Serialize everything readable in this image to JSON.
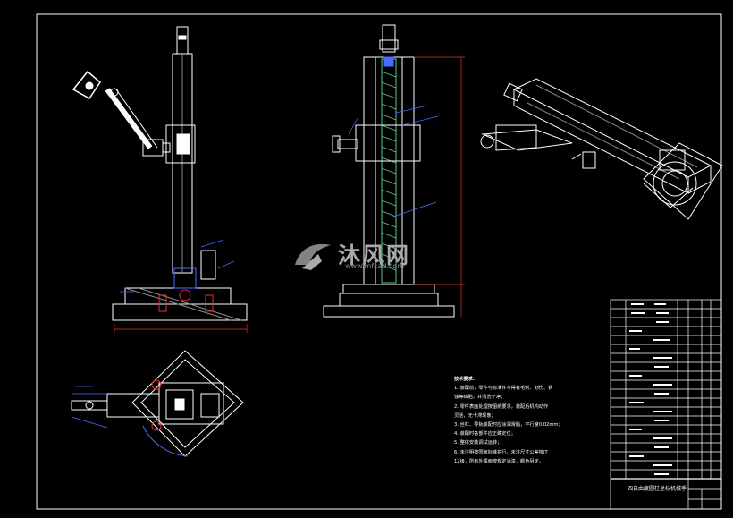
{
  "watermark": {
    "brand_cn": "沐风网",
    "url": "www.mfcad.com"
  },
  "notes": {
    "heading": "技术要求:",
    "lines": [
      "1. 装配前，零件与标准件不得有毛刺、划伤、锈",
      "   蚀等缺陷，并清洗干净；",
      "2. 零件表面处理按图纸要求，装配后机构动作",
      "   灵活，无卡滞现象；",
      "3. 丝杠、导轨装配时应涂润滑脂，平行度0.02mm；",
      "4. 装配时各部件应正确定位；",
      "5. 整体安装调试运转；",
      "6. 未注明按国家标准执行，未注尺寸公差按IT",
      "   12级，所有外露面按规定涂漆，颜色另定。"
    ]
  },
  "titleblock": {
    "title": "四自由度圆柱坐标机械手"
  }
}
